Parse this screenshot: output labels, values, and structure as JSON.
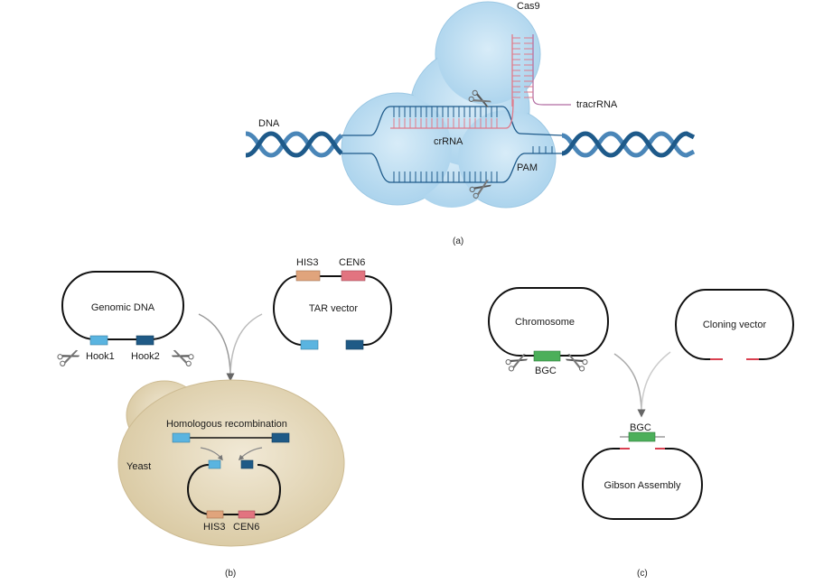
{
  "panel_a": {
    "caption": "(a)",
    "labels": {
      "cas9": "Cas9",
      "dna": "DNA",
      "crrna": "crRNA",
      "tracrrna": "tracrRNA",
      "pam": "PAM"
    },
    "colors": {
      "cas9_fill": "#bfe0f2",
      "dna_dark": "#1e5a8a",
      "dna_light": "#4a86b8",
      "rna": "#e07a8a",
      "tracr": "#b06aa0"
    }
  },
  "panel_b": {
    "caption": "(b)",
    "labels": {
      "genomic_dna": "Genomic DNA",
      "hook1": "Hook1",
      "hook2": "Hook2",
      "tar_vector": "TAR vector",
      "his3": "HIS3",
      "cen6": "CEN6",
      "homologous_recombination": "Homologous recombination",
      "yeast": "Yeast",
      "his3_bottom": "HIS3",
      "cen6_bottom": "CEN6"
    },
    "colors": {
      "hook1": "#5ab4e0",
      "hook2": "#1f5a86",
      "his3": "#e0a47c",
      "cen6": "#e27480",
      "yeast": "#e8dcbf"
    }
  },
  "panel_c": {
    "caption": "(c)",
    "labels": {
      "chromosome": "Chromosome",
      "bgc": "BGC",
      "cloning_vector": "Cloning vector",
      "bgc_insert": "BGC",
      "gibson_assembly": "Gibson Assembly"
    },
    "colors": {
      "bgc": "#4caf5a",
      "overlap": "#d94050"
    }
  }
}
